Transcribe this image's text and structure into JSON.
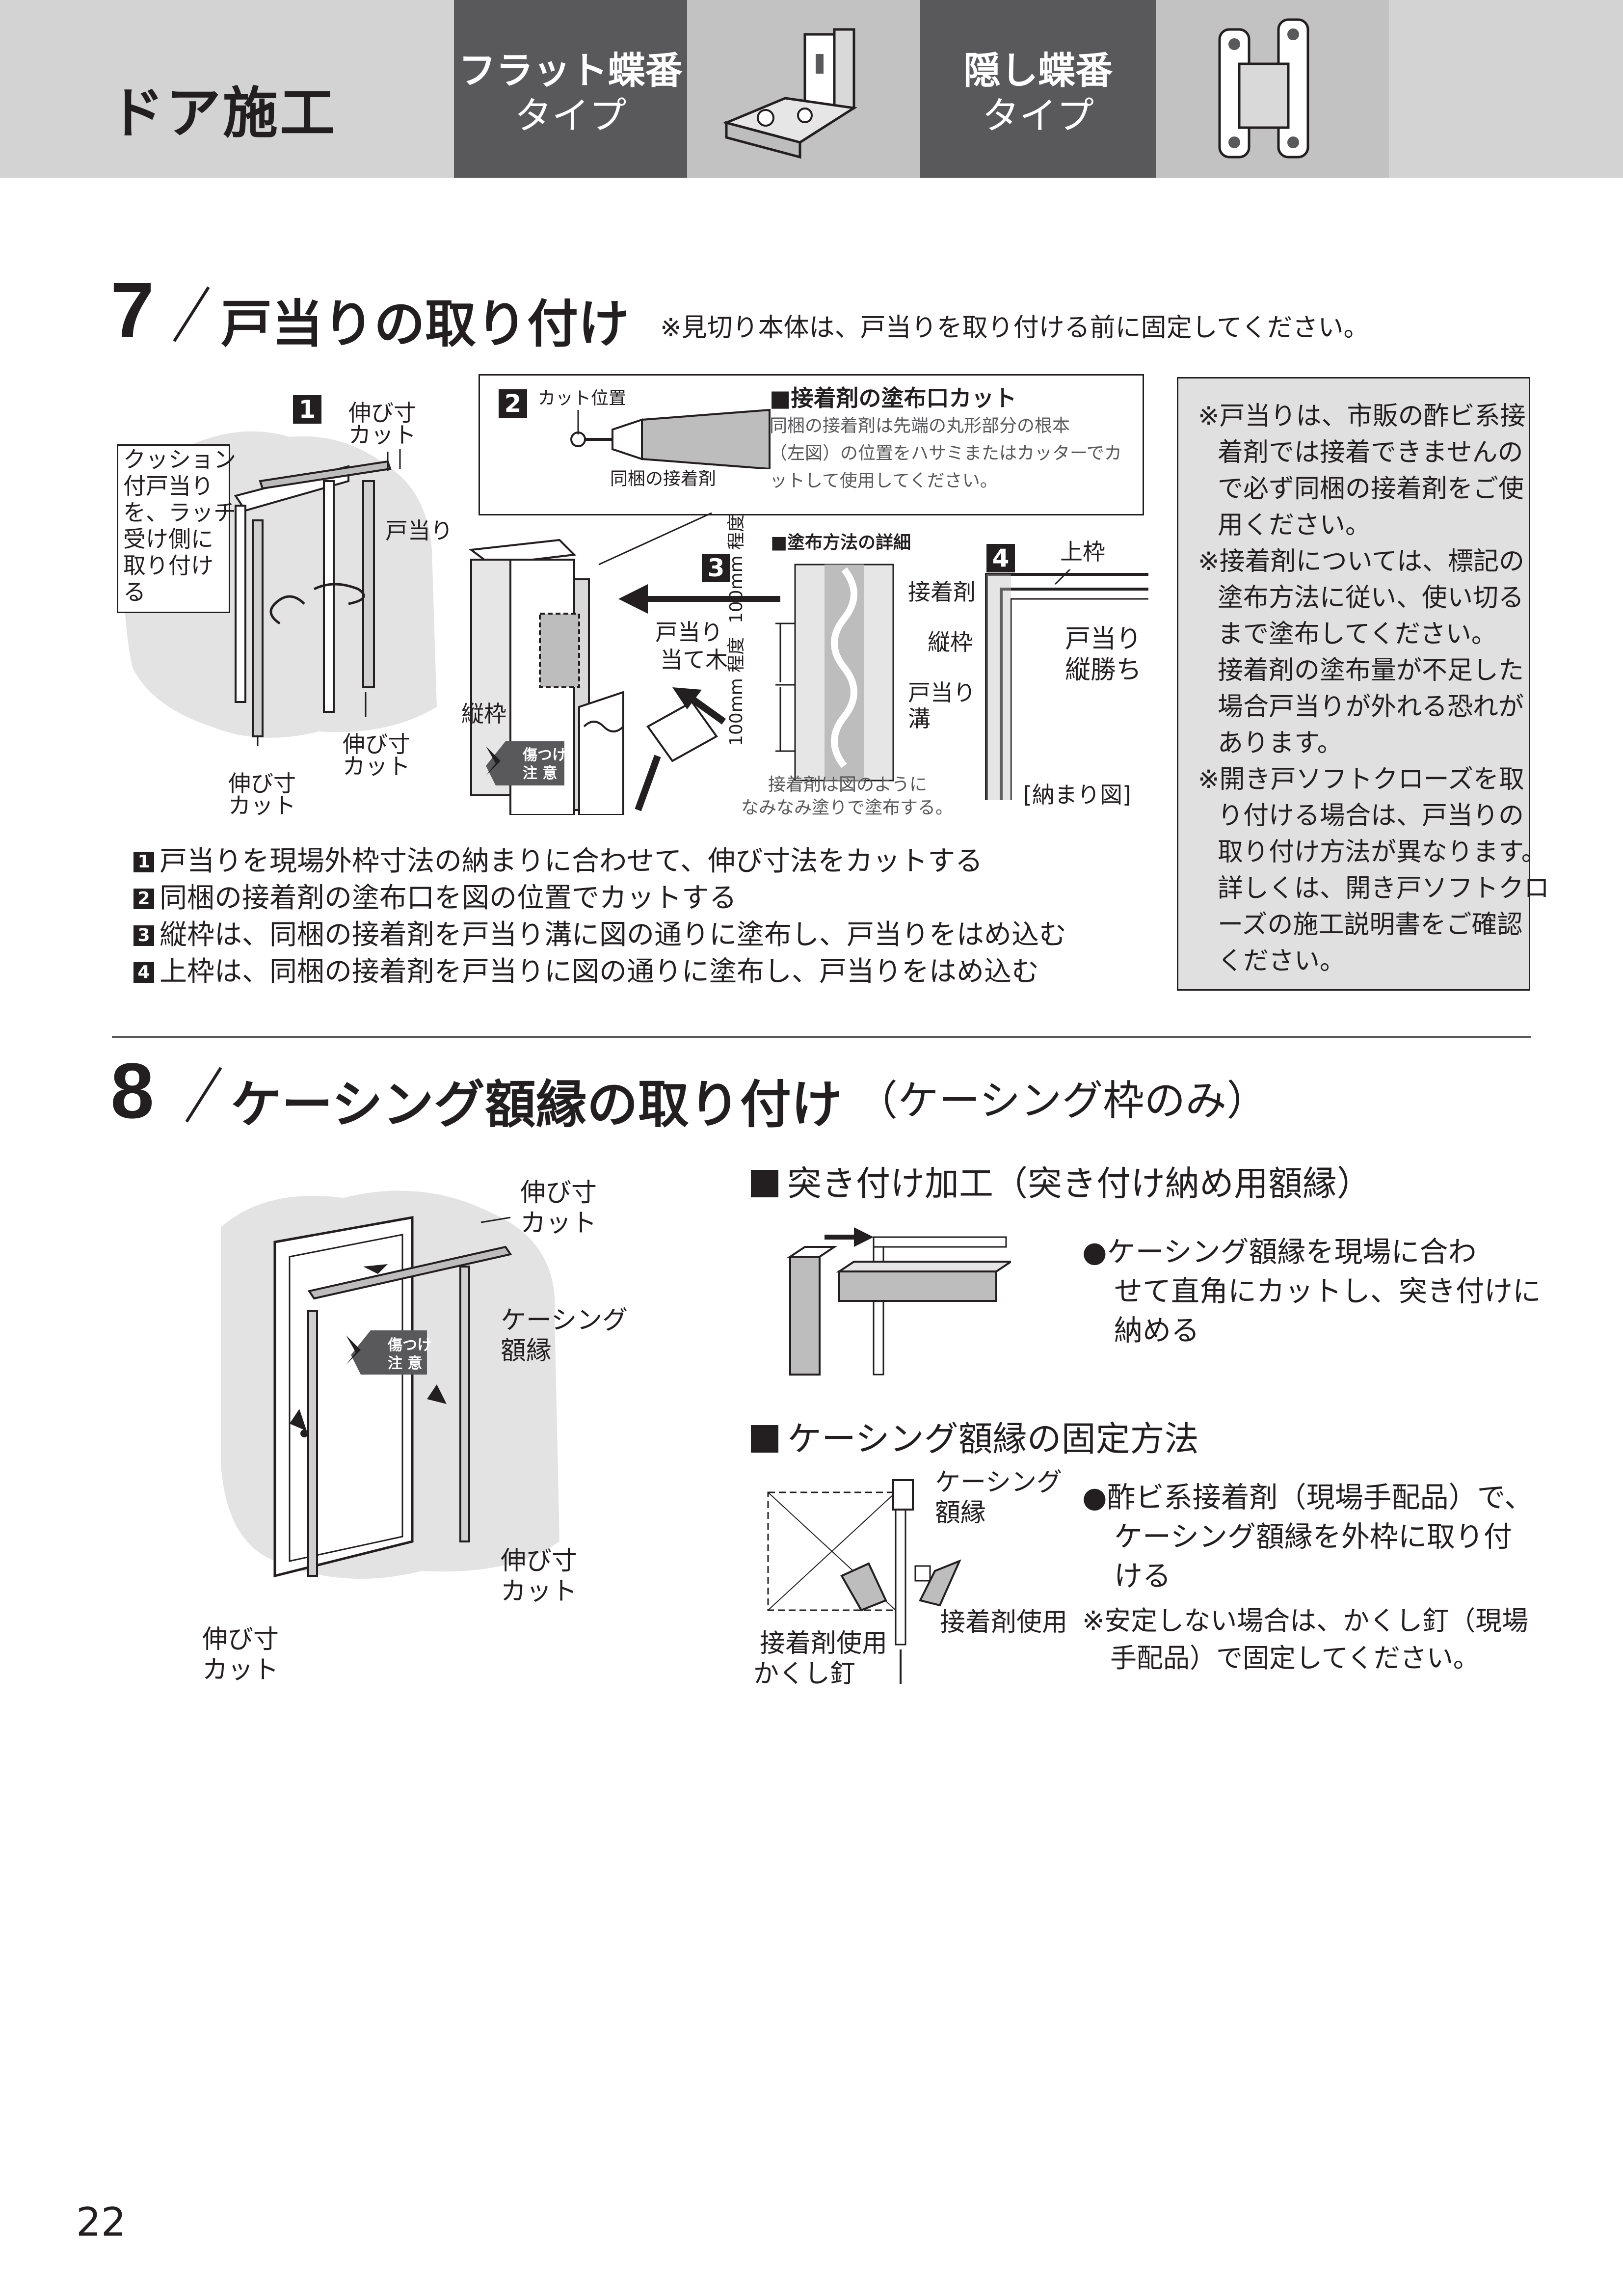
{
  "header": {
    "title": "ドア施工",
    "tab1_line1": "フラット蝶番",
    "tab1_line2": "タイプ",
    "tab2_line1": "隠し蝶番",
    "tab2_line2": "タイプ"
  },
  "section7": {
    "number": "7",
    "title": "戸当りの取り付け",
    "note": "※見切り本体は、戸当りを取り付ける前に固定してください。",
    "fig1": {
      "badge": "1",
      "callout_lines": [
        "クッション",
        "付戸当り",
        "を、ラッチ",
        "受け側に",
        "取り付け",
        "る"
      ],
      "cut_top": [
        "伸び寸",
        "カット"
      ],
      "todari": "戸当り",
      "cut_right": [
        "伸び寸",
        "カット"
      ],
      "cut_left": [
        "伸び寸",
        "カット"
      ]
    },
    "fig2": {
      "badge": "2",
      "cut_pos": "カット位置",
      "adhesive": "同梱の接着剤",
      "heading": "■接着剤の塗布口カット",
      "desc_lines": [
        "同梱の接着剤は先端の丸形部分の根本",
        "（左図）の位置をハサミまたはカッターでカ",
        "ットして使用してください。"
      ]
    },
    "fig3": {
      "badge": "3",
      "heading": "■塗布方法の詳細",
      "todari_ategi": [
        "戸当り",
        "当て木"
      ],
      "tatewaku": "縦枠",
      "adhesive": "接着剤",
      "tatewaku2": "縦枠",
      "todari_mizo": [
        "戸当り",
        "溝"
      ],
      "dim": "100mm 程度",
      "caption": [
        "接着剤は図のように",
        "なみなみ塗りで塗布する。"
      ],
      "warn": [
        "傷つけ",
        "注 意"
      ]
    },
    "fig4": {
      "badge": "4",
      "uwawaku": "上枠",
      "tategachi": [
        "戸当り",
        "縦勝ち"
      ],
      "caption": "[納まり図]"
    },
    "steps": [
      {
        "num": "1",
        "text": "戸当りを現場外枠寸法の納まりに合わせて、伸び寸法をカットする"
      },
      {
        "num": "2",
        "text": "同梱の接着剤の塗布口を図の位置でカットする"
      },
      {
        "num": "3",
        "text": "縦枠は、同梱の接着剤を戸当り溝に図の通りに塗布し、戸当りをはめ込む"
      },
      {
        "num": "4",
        "text": "上枠は、同梱の接着剤を戸当りに図の通りに塗布し、戸当りをはめ込む"
      }
    ],
    "note_box": [
      "※戸当りは、市販の酢ビ系接",
      "着剤では接着できませんの",
      "で必ず同梱の接着剤をご使",
      "用ください。",
      "※接着剤については、標記の",
      "塗布方法に従い、使い切る",
      "まで塗布してください。",
      "接着剤の塗布量が不足した",
      "場合戸当りが外れる恐れが",
      "あります。",
      "※開き戸ソフトクローズを取",
      "り付ける場合は、戸当りの",
      "取り付け方法が異なります。",
      "詳しくは、開き戸ソフトクロ",
      "ーズの施工説明書をご確認",
      "ください。"
    ]
  },
  "section8": {
    "number": "8",
    "title": "ケーシング額縁の取り付け",
    "subtitle": "（ケーシング枠のみ）",
    "fig": {
      "cut_top": [
        "伸び寸",
        "カット"
      ],
      "casing": [
        "ケーシング",
        "額縁"
      ],
      "cut_right": [
        "伸び寸",
        "カット"
      ],
      "cut_left": [
        "伸び寸",
        "カット"
      ],
      "warn": [
        "傷つけ",
        "注 意"
      ]
    },
    "butt": {
      "heading": "突き付け加工（突き付け納め用額縁）",
      "bullet_lines": [
        "●ケーシング額縁を現場に合わ",
        "せて直角にカットし、突き付けに",
        "納める"
      ]
    },
    "fix": {
      "heading": "ケーシング額縁の固定方法",
      "casing": [
        "ケーシング",
        "額縁"
      ],
      "adhesive_use_right": "接着剤使用",
      "adhesive_use_left": "接着剤使用",
      "nail": "かくし釘",
      "bullet_lines": [
        "●酢ビ系接着剤（現場手配品）で、",
        "ケーシング額縁を外枠に取り付",
        "ける"
      ],
      "note_lines": [
        "※安定しない場合は、かくし釘（現場",
        "手配品）で固定してください。"
      ]
    }
  },
  "page_number": "22"
}
